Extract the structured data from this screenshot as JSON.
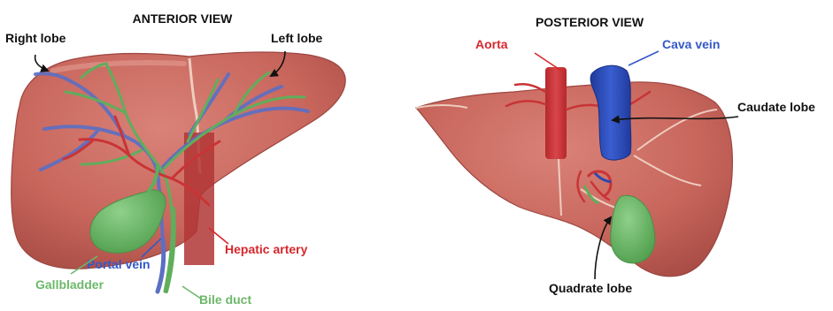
{
  "anterior": {
    "title": "ANTERIOR VIEW",
    "labels": {
      "right_lobe": "Right lobe",
      "left_lobe": "Left lobe",
      "portal_vein": "Portal vein",
      "hepatic_artery": "Hepatic artery",
      "gallbladder": "Gallbladder",
      "bile_duct": "Bile duct"
    }
  },
  "posterior": {
    "title": "POSTERIOR VIEW",
    "labels": {
      "aorta": "Aorta",
      "cava_vein": "Cava vein",
      "caudate_lobe": "Caudate lobe",
      "quadrate_lobe": "Quadrate lobe"
    }
  },
  "colors": {
    "liver": "#c8665c",
    "liver_dark": "#a84a44",
    "artery": "#c93436",
    "portal_vein": "#5b6fc4",
    "cava_vein": "#2a48b0",
    "bile_duct": "#5fae5c",
    "gallbladder": "#6dba6a",
    "text_dark": "#111111",
    "text_red": "#d6272d",
    "text_blue": "#3559c7",
    "text_green": "#6cb86a"
  }
}
